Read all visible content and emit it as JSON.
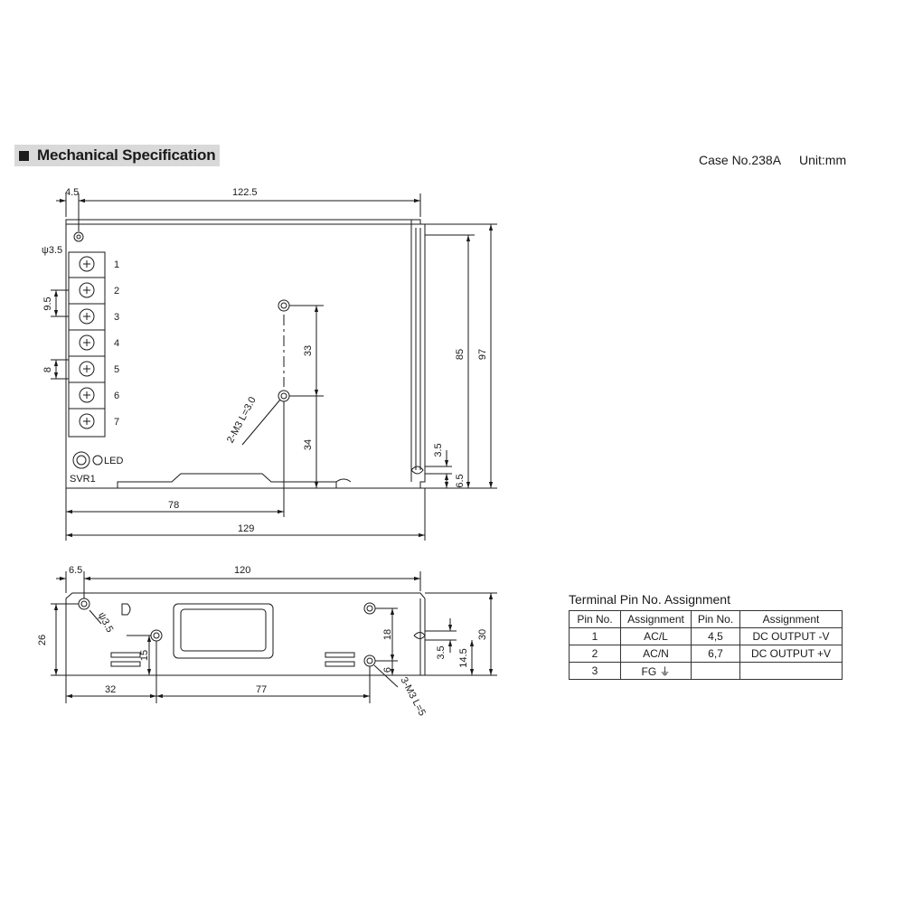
{
  "header": {
    "title": "Mechanical Specification"
  },
  "case": {
    "number": "Case No.238A",
    "unit": "Unit:mm"
  },
  "top_view": {
    "dims": {
      "left_offset": "4.5",
      "top_width": "122.5",
      "hole_dia": "ψ3.5",
      "pitch": "9.5",
      "terminal_w": "8",
      "hole_spacing_a": "33",
      "hole_spacing_b": "34",
      "screw_spec": "2-M3 L=3.0",
      "bottom_a": "78",
      "bottom_total": "129",
      "height_inner": "85",
      "height_total": "97",
      "notch_a": "3.5",
      "notch_b": "6.5"
    },
    "terminals": [
      "1",
      "2",
      "3",
      "4",
      "5",
      "6",
      "7"
    ],
    "led_label": "LED",
    "svr_label": "SVR1"
  },
  "side_view": {
    "dims": {
      "left_offset": "6.5",
      "width": "120",
      "height_left": "26",
      "hole_dia": "ψ3.5",
      "h15": "15",
      "h18": "18",
      "h6": "6",
      "notch_a": "3.5",
      "notch_b": "14.5",
      "height_total": "30",
      "bottom_a": "32",
      "bottom_b": "77",
      "screw_spec": "3-M3 L=5"
    }
  },
  "pin_table": {
    "title": "Terminal Pin No.  Assignment",
    "headers": [
      "Pin No.",
      "Assignment",
      "Pin No.",
      "Assignment"
    ],
    "rows": [
      [
        "1",
        "AC/L",
        "4,5",
        "DC OUTPUT -V"
      ],
      [
        "2",
        "AC/N",
        "6,7",
        "DC OUTPUT +V"
      ],
      [
        "3",
        "FG ⏚",
        "",
        ""
      ]
    ]
  }
}
